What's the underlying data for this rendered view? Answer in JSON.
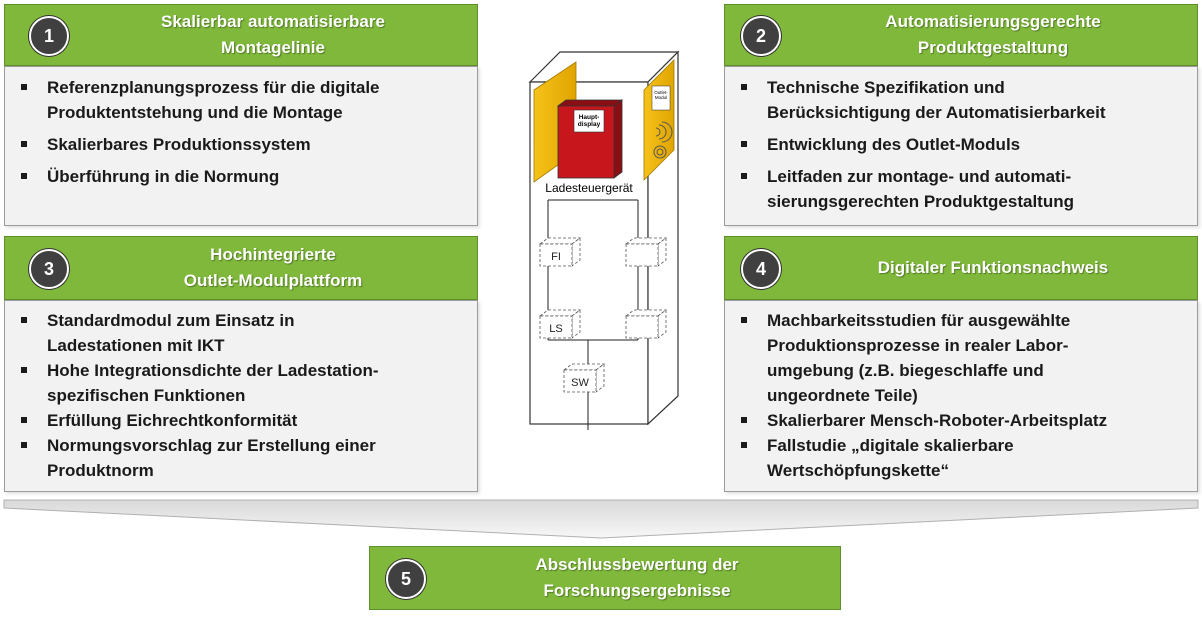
{
  "panels": [
    {
      "number": "1",
      "title": "Skalierbar automatisierbare\nMontagelinie",
      "bullets": [
        "Referenzplanungsprozess  für die digitale Produktentstehung  und die Montage",
        "Skalierbares Produktionssystem",
        "Überführung  in die Normung"
      ]
    },
    {
      "number": "2",
      "title": "Automatisierungsgerechte\nProduktgestaltung",
      "bullets": [
        "Technische Spezifikation  und\nBerücksichtigung  der Automatisierbarkeit",
        "Entwicklung  des Outlet-Moduls",
        "Leitfaden zur montage- und automati-\nsierungsgerechten  Produktgestaltung"
      ]
    },
    {
      "number": "3",
      "title": "Hochintegrierte\nOutlet-Modulplattform",
      "bullets": [
        "Standardmodul  zum  Einsatz  in\nLadestationen mit IKT",
        "Hohe Integrationsdichte der Ladestation-\nspezifischen Funktionen",
        "Erfüllung  Eichrechtkonformität",
        "Normungsvorschlag  zur Erstellung  einer\nProduktnorm"
      ]
    },
    {
      "number": "4",
      "title": "Digitaler  Funktionsnachweis",
      "bullets": [
        "Machbarkeitsstudien  für  ausgewählte\nProduktionsprozesse  in realer Labor-\numgebung  (z.B. biegeschlaffe und\nungeordnete Teile)",
        "Skalierbarer Mensch-Roboter-Arbeitsplatz",
        "Fallstudie „digitale skalierbare\nWertschöpfungskette“"
      ]
    }
  ],
  "final": {
    "number": "5",
    "title": "Abschlussbewertung der\nForschungsergebnisse"
  },
  "station": {
    "display_label": "Haupt-\ndisplay",
    "controller_label": "Ladesteuergerät",
    "outlet_label": "Outlet-\nModul",
    "modules": [
      "FI",
      "LS",
      "SW"
    ]
  },
  "colors": {
    "header_green": "#7fb83a",
    "body_gray": "#f2f2f2",
    "number_circle": "#404040",
    "display_red": "#c8161d",
    "accent_yellow": "#f0b400"
  }
}
